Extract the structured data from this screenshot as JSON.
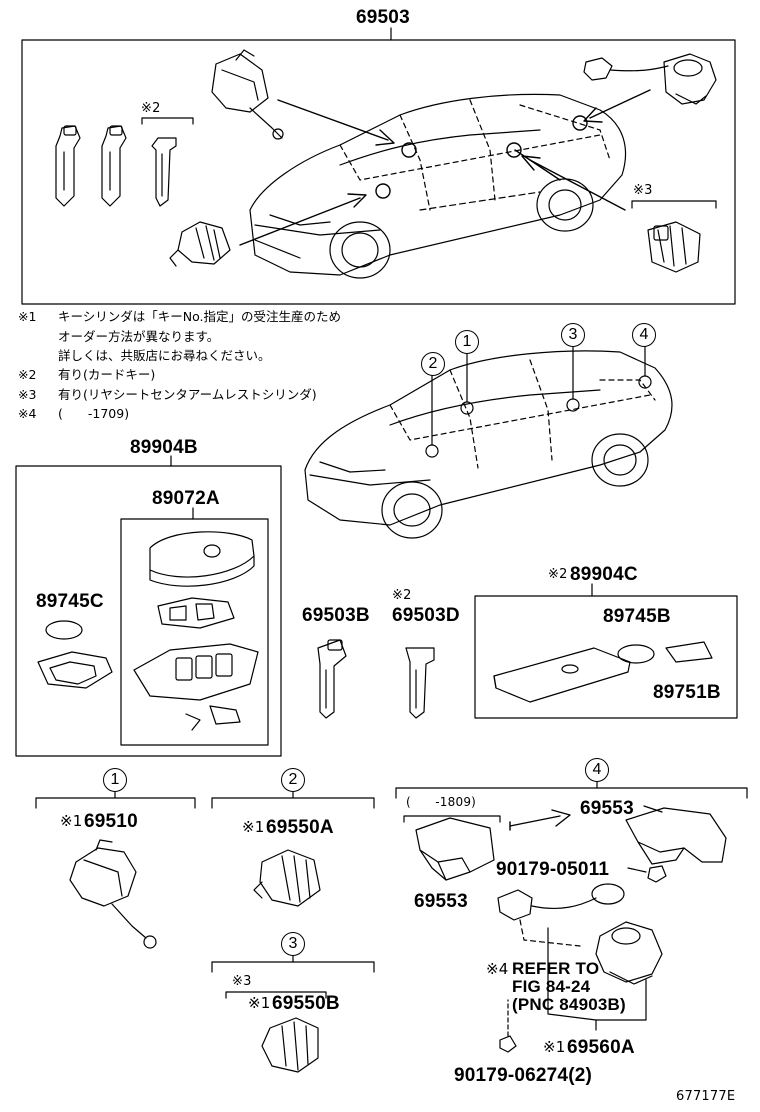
{
  "parts": {
    "p69503": "69503",
    "p89904B": "89904B",
    "p89072A": "89072A",
    "p89745C": "89745C",
    "p69503B": "69503B",
    "p69503D": "69503D",
    "p89904C": "89904C",
    "p89745B": "89745B",
    "p89751B": "89751B",
    "p69510": "69510",
    "p69550A": "69550A",
    "p69550B": "69550B",
    "p69553a": "69553",
    "p69553b": "69553",
    "p90179_05011": "90179-05011",
    "p69560A": "69560A",
    "p90179_06274": "90179-06274(2)"
  },
  "marks": {
    "m_top_2": "※2",
    "m_top_3": "※3",
    "m_69503D": "※2",
    "m_89904C": "※2",
    "m_69510": "※1",
    "m_69550A": "※1",
    "m_69550B_3": "※3",
    "m_69550B_1": "※1",
    "m_ref": "※4",
    "m_69560A": "※1"
  },
  "notes": [
    {
      "mark": "※1",
      "text": "キーシリンダは「キーNo.指定」の受注生産のため"
    },
    {
      "mark": "",
      "text": "オーダー方法が異なります。"
    },
    {
      "mark": "",
      "text": "詳しくは、共販店にお尋ねください。"
    },
    {
      "mark": "※2",
      "text": "有り(カードキー)"
    },
    {
      "mark": "※3",
      "text": "有り(リヤシートセンタアームレストシリンダ)"
    },
    {
      "mark": "※4",
      "text": "(　　-1709)"
    }
  ],
  "callouts": {
    "c1": "1",
    "c2": "2",
    "c3": "3",
    "c4": "4",
    "s1": "1",
    "s2": "2",
    "s3": "3",
    "s4": "4"
  },
  "date_range": "(　　-1809)",
  "refer": {
    "line1": "REFER TO",
    "line2": "FIG 84-24",
    "line3": "(PNC 84903B)"
  },
  "figure_id": "677177E"
}
